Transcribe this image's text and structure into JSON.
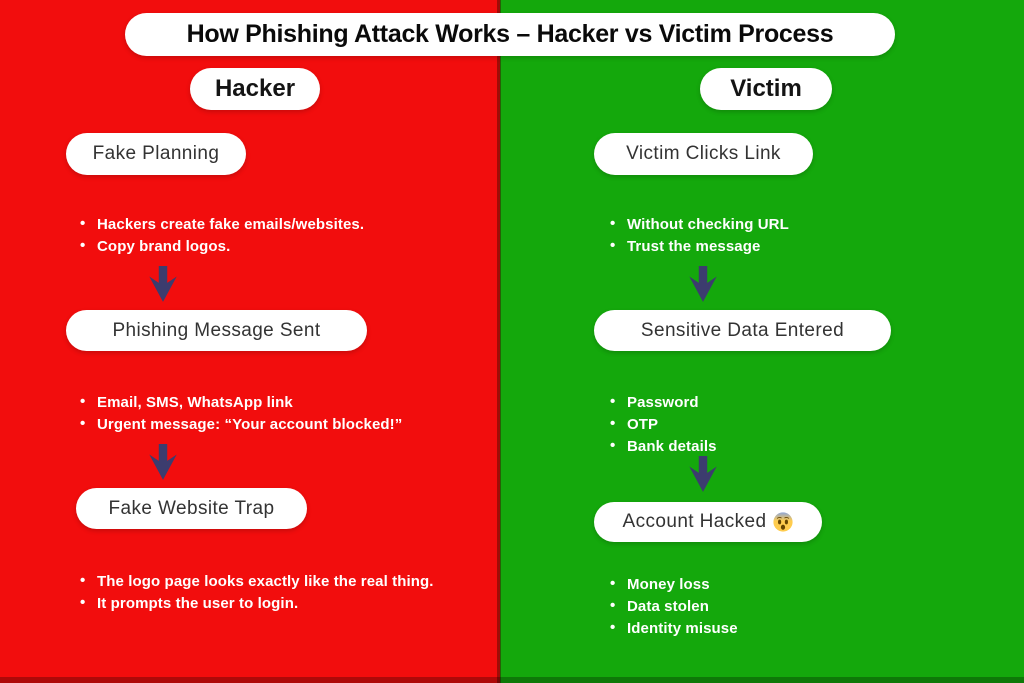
{
  "title": "How Phishing Attack Works – Hacker vs Victim Process",
  "colors": {
    "hacker_background": "#f20d0d",
    "victim_background": "#14a80c",
    "arrow": "#3c3c6e",
    "pill_background": "#ffffff",
    "pill_text": "#333333",
    "bullet_text": "#ffffff"
  },
  "columns": [
    {
      "id": "hacker",
      "header": "Hacker",
      "steps": [
        {
          "label": "Fake Planning",
          "bullets": [
            "Hackers create fake emails/websites.",
            "Copy brand logos."
          ]
        },
        {
          "label": "Phishing Message Sent",
          "bullets": [
            "Email, SMS, WhatsApp link",
            "Urgent message: “Your account blocked!”"
          ]
        },
        {
          "label": "Fake Website Trap",
          "bullets": [
            "The logo page looks exactly like the real thing.",
            "It prompts the user to login."
          ]
        }
      ]
    },
    {
      "id": "victim",
      "header": "Victim",
      "steps": [
        {
          "label": "Victim Clicks Link",
          "bullets": [
            "Without checking URL",
            "Trust the message"
          ]
        },
        {
          "label": "Sensitive Data Entered",
          "bullets": [
            "Password",
            "OTP",
            "Bank details"
          ]
        },
        {
          "label": "Account Hacked",
          "emoji": "😨",
          "bullets": [
            "Money loss",
            "Data stolen",
            "Identity misuse"
          ]
        }
      ]
    }
  ]
}
